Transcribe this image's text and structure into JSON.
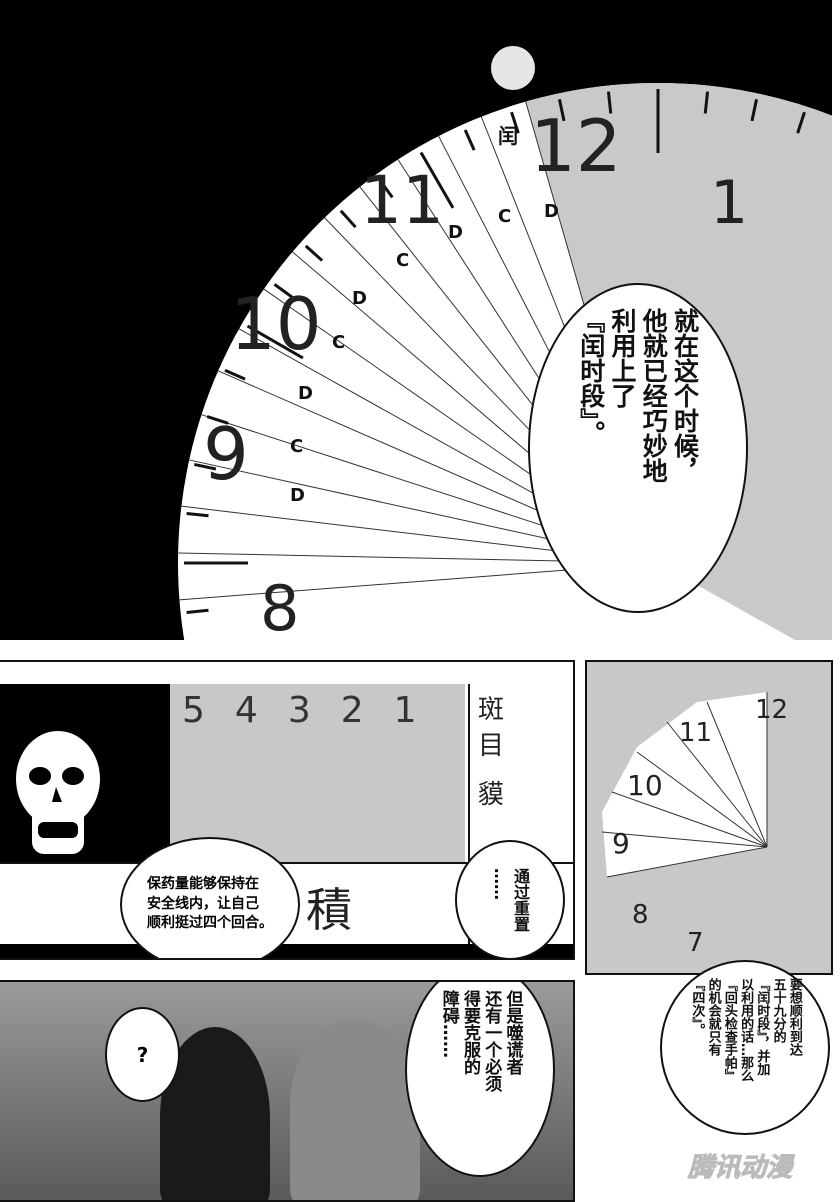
{
  "top_panel": {
    "clock_label": "闰",
    "clock_numbers": [
      "12",
      "11",
      "10",
      "9",
      "8",
      "1"
    ],
    "segment_letters": [
      "D",
      "C",
      "D",
      "C",
      "D",
      "C",
      "D",
      "C",
      "D"
    ],
    "bubble_lines": [
      "就在这个时候，",
      "他就已经巧妙地",
      "利用上了",
      "『闰时段』。"
    ]
  },
  "film_panel": {
    "countdown": [
      "5",
      "4",
      "3",
      "2",
      "1"
    ],
    "side_label_chars": [
      "斑",
      "目",
      "貘"
    ],
    "big_char": "積",
    "bubble_left_lines": [
      "保药量能够保持在",
      "安全线内，让自己",
      "顺利挺过四个回合。"
    ],
    "bubble_right_lines": [
      "通过重置",
      "……"
    ]
  },
  "small_clock_panel": {
    "clock_numbers": [
      "12",
      "11",
      "10",
      "9",
      "8",
      "7"
    ],
    "bubble_lines": [
      "要想顺利到达",
      "五十九分的",
      "『闰时段』，并加",
      "以利用的话…那么",
      "『回头检查手帕』",
      "的机会就只有",
      "『四次』。"
    ]
  },
  "crowd_panel": {
    "bubble_question": "?",
    "bubble_lines": [
      "但是噬谎者",
      "还有一个必须",
      "得要克服的",
      "障碍……"
    ]
  },
  "watermark": "腾讯动漫",
  "colors": {
    "ink": "#111111",
    "screentone": "#c8c8c8",
    "paper": "#ffffff"
  }
}
